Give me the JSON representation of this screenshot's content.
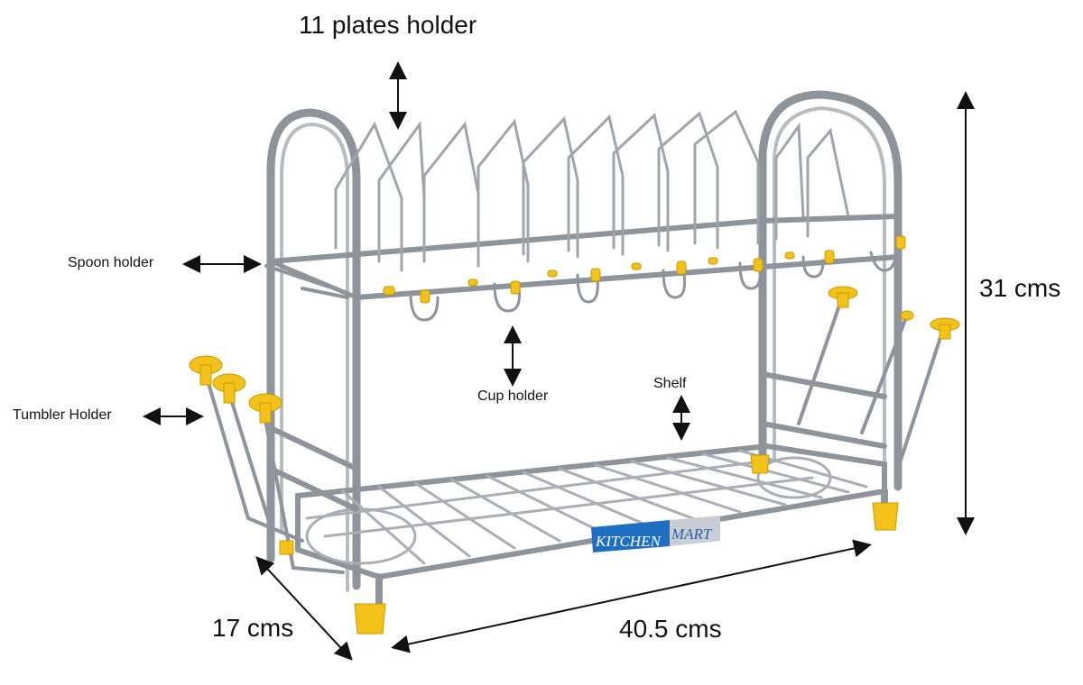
{
  "labels": {
    "plates_holder": "11 plates holder",
    "spoon_holder": "Spoon holder",
    "tumbler_holder": "Tumbler Holder",
    "cup_holder": "Cup holder",
    "shelf": "Shelf",
    "height": "31 cms",
    "depth": "17 cms",
    "width": "40.5 cms"
  },
  "brand_logo": {
    "text_left": "KITCHEN",
    "text_right": "MART",
    "colors": {
      "left_bg": "#1f6fc0",
      "right_bg": "#c9ced6"
    }
  },
  "colors": {
    "steel": "#9aa0a6",
    "steel_dark": "#5d636a",
    "caps": "#f2c21a"
  }
}
